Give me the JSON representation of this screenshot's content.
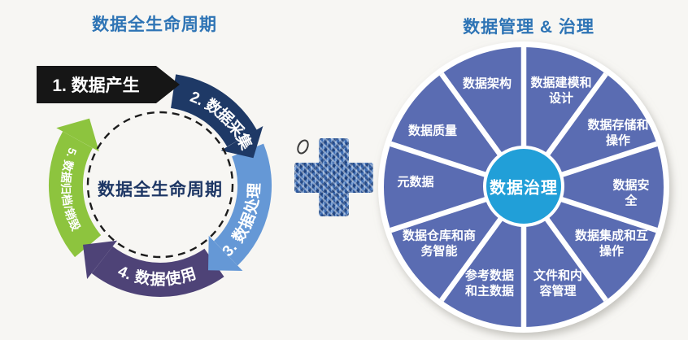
{
  "background_color": "#f7f6f3",
  "left_diagram": {
    "title": "数据全生命周期",
    "center_label": "数据全生命周期",
    "steps": [
      {
        "label": "1. 数据产生",
        "color": "#161616"
      },
      {
        "label": "2. 数据采集",
        "color": "#1e3966"
      },
      {
        "label": "3. 数据处理",
        "color": "#6598d6"
      },
      {
        "label": "4. 数据使用",
        "color": "#4e4377"
      },
      {
        "label": "5. 数据归档/销毁",
        "color": "#8dc43e"
      }
    ]
  },
  "connector": {
    "icon": "plus-mosaic",
    "color": "#3f6db3"
  },
  "right_diagram": {
    "title": "数据管理 & 治理",
    "hub": {
      "label": "数据治理",
      "color": "#219fd8"
    },
    "wheel_color": "#5a6cb2",
    "segments": [
      {
        "label": "数据建模和\n设计"
      },
      {
        "label": "数据存储和\n操作"
      },
      {
        "label": "数据安\n全"
      },
      {
        "label": "数据集成和互\n操作"
      },
      {
        "label": "文件和内\n容管理"
      },
      {
        "label": "参考数据\n和主数据"
      },
      {
        "label": "数据仓库和商\n务智能"
      },
      {
        "label": "元数据"
      },
      {
        "label": "数据质量"
      },
      {
        "label": "数据架构"
      }
    ]
  }
}
